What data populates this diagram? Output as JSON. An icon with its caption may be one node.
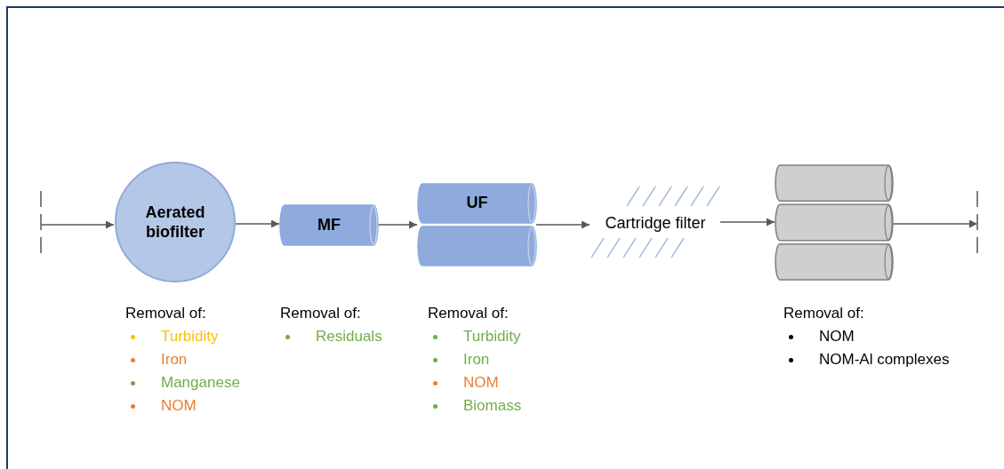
{
  "diagram": {
    "nodes": [
      {
        "text": [],
        "shape": "bar"
      },
      {
        "text": [
          "Aerated biofilter"
        ],
        "beside": [
          "Removal of:",
          "Turbidity",
          "Iron",
          "Manganese",
          "NOM"
        ]
      },
      {
        "text": [
          "MF"
        ],
        "beside": [
          "Removal of:",
          "Residuals"
        ]
      },
      {
        "text": [
          "UF"
        ],
        "beside": [
          "Removal of:",
          "Turbidity",
          "Iron",
          "NOM",
          "Biomass"
        ]
      },
      {
        "text": [
          "Cartridge filter"
        ]
      },
      {
        "text": [],
        "shape": "cylinder",
        "beside": [
          "Removal of:",
          "NOM",
          "NOM-Al complexes"
        ]
      },
      {
        "text": [],
        "shape": "bar"
      }
    ],
    "edges": [
      {
        "from": 0,
        "to": 1,
        "arrow": "to"
      },
      {
        "from": 1,
        "to": 2,
        "arrow": "to"
      },
      {
        "from": 2,
        "to": 3,
        "arrow": "to"
      },
      {
        "from": 3,
        "to": 4,
        "arrow": "to"
      },
      {
        "from": 4,
        "to": 5,
        "arrow": "to"
      },
      {
        "from": 5,
        "to": 6,
        "arrow": "to"
      }
    ]
  }
}
